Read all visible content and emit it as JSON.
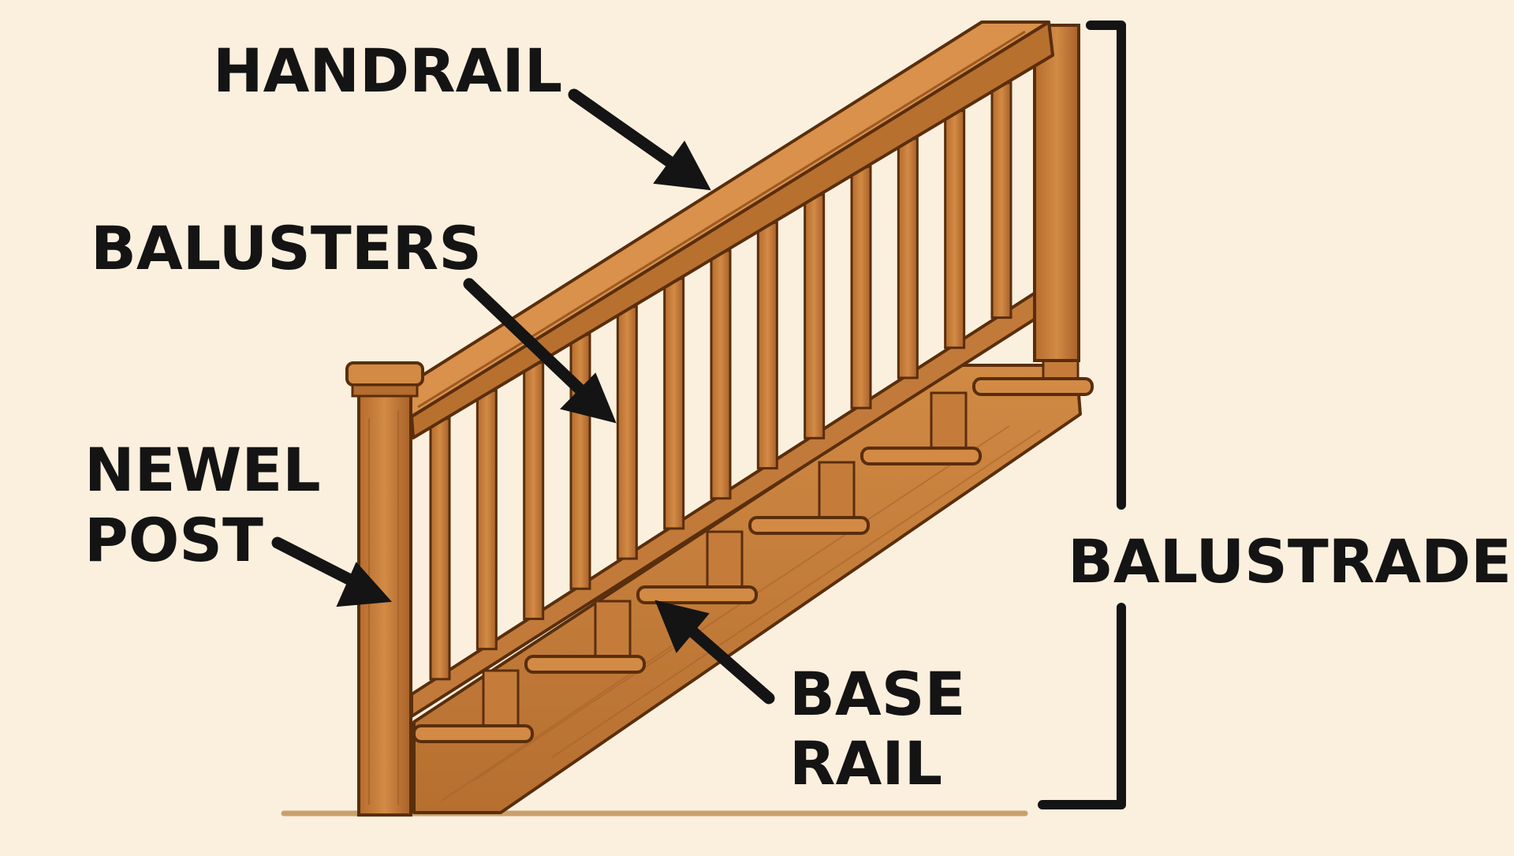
{
  "labels": {
    "handrail": "HANDRAIL",
    "balusters": "BALUSTERS",
    "newel_post_line1": "NEWEL",
    "newel_post_line2": "POST",
    "balustrade": "BALUSTRADE",
    "base_rail_line1": "BASE",
    "base_rail_line2": "RAIL"
  },
  "colors": {
    "background": "#fbf0de",
    "wood": "#c27a3a",
    "wood_light": "#d9914b",
    "wood_dark": "#9c5a24",
    "outline": "#5a2e0c",
    "text": "#141414",
    "floor": "#c9a06c"
  },
  "parts": {
    "baluster_count": 13,
    "step_count": 6
  }
}
